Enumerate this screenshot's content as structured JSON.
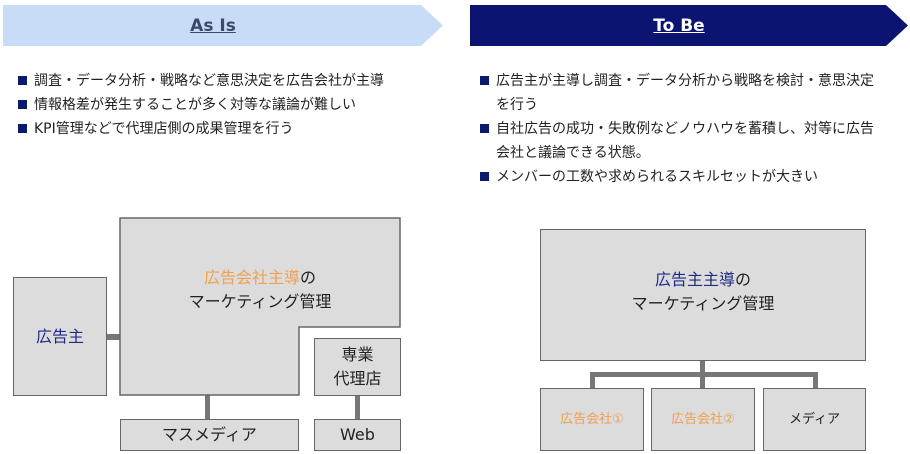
{
  "as_is": {
    "title": "As Is",
    "bullets": [
      "調査・データ分析・戦略など意思決定を広告会社が主導",
      "情報格差が発生することが多く対等な議論が難しい",
      "KPI管理などで代理店側の成果管理を行う"
    ],
    "diagram": {
      "advertiser": "広告主",
      "main_highlight": "広告会社主導",
      "main_suffix": "の",
      "main_line2": "マーケティング管理",
      "agency": "専業\n代理店",
      "agency_l1": "専業",
      "agency_l2": "代理店",
      "mass_media": "マスメディア",
      "web": "Web"
    }
  },
  "to_be": {
    "title": "To Be",
    "bullets": [
      "広告主が主導し調査・データ分析から戦略を検討・意思決定を行う",
      "自社広告の成功・失敗例などノウハウを蓄積し、対等に広告会社と議論できる状態。",
      "メンバーの工数や求められるスキルセットが大きい"
    ],
    "diagram": {
      "main_highlight": "広告主主導",
      "main_suffix": "の",
      "main_line2": "マーケティング管理",
      "agency1": "広告会社①",
      "agency2": "広告会社②",
      "media": "メディア"
    }
  },
  "colors": {
    "as_is_header": "#c9dcf7",
    "to_be_header": "#0b1470",
    "highlight_orange": "#f0a050",
    "highlight_navy": "#1e2a85"
  }
}
